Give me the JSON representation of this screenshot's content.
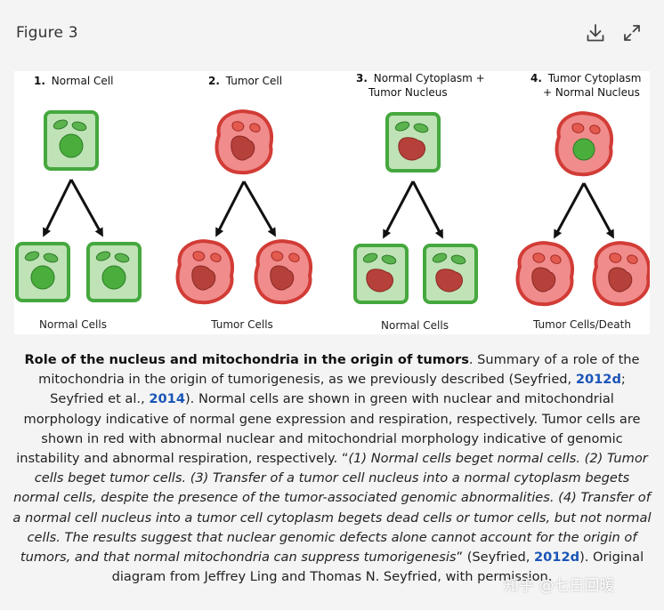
{
  "header": {
    "figure_label": "Figure 3",
    "download_icon": "download-icon",
    "expand_icon": "expand-icon"
  },
  "figure": {
    "panels": [
      {
        "num": "1.",
        "title_line1": "Normal Cell",
        "title_line2": "",
        "bottom_label": "Normal Cells"
      },
      {
        "num": "2.",
        "title_line1": "Tumor Cell",
        "title_line2": "",
        "bottom_label": "Tumor Cells"
      },
      {
        "num": "3.",
        "title_line1": "Normal Cytoplasm +",
        "title_line2": "Tumor Nucleus",
        "bottom_label": "Normal Cells"
      },
      {
        "num": "4.",
        "title_line1": "Tumor Cytoplasm",
        "title_line2": "+ Normal Nucleus",
        "bottom_label": "Tumor Cells/Death"
      }
    ],
    "colors": {
      "normal_cytoplasm": "#bfe3b6",
      "normal_border": "#45a83e",
      "normal_nucleus": "#4aae3c",
      "tumor_cytoplasm": "#f08c8c",
      "tumor_border": "#d23c36",
      "tumor_nucleus": "#b5413a"
    }
  },
  "caption": {
    "title": "Role of the nucleus and mitochondria in the origin of tumors",
    "part1": ". Summary of a role of the mitochondria in the origin of tumorigenesis, as we previously described (Seyfried, ",
    "link1": "2012d",
    "part2": "; Seyfried et al., ",
    "link2": "2014",
    "part3": "). Normal cells are shown in green with nuclear and mitochondrial morphology indicative of normal gene expression and respiration, respectively. Tumor cells are shown in red with abnormal nuclear and mitochondrial morphology indicative of genomic instability and abnormal respiration, respectively. “",
    "quote": "(1) Normal cells beget normal cells. (2) Tumor cells beget tumor cells. (3) Transfer of a tumor cell nucleus into a normal cytoplasm begets normal cells, despite the presence of the tumor-associated genomic abnormalities. (4) Transfer of a normal cell nucleus into a tumor cell cytoplasm begets dead cells or tumor cells, but not normal cells. The results suggest that nuclear genomic defects alone cannot account for the origin of tumors, and that normal mitochondria can suppress tumorigenesis",
    "part4": "” (Seyfried, ",
    "link3": "2012d",
    "part5": "). Original diagram from Jeffrey Ling and Thomas N. Seyfried, with permission."
  },
  "watermark": "知乎 @七日回暖"
}
